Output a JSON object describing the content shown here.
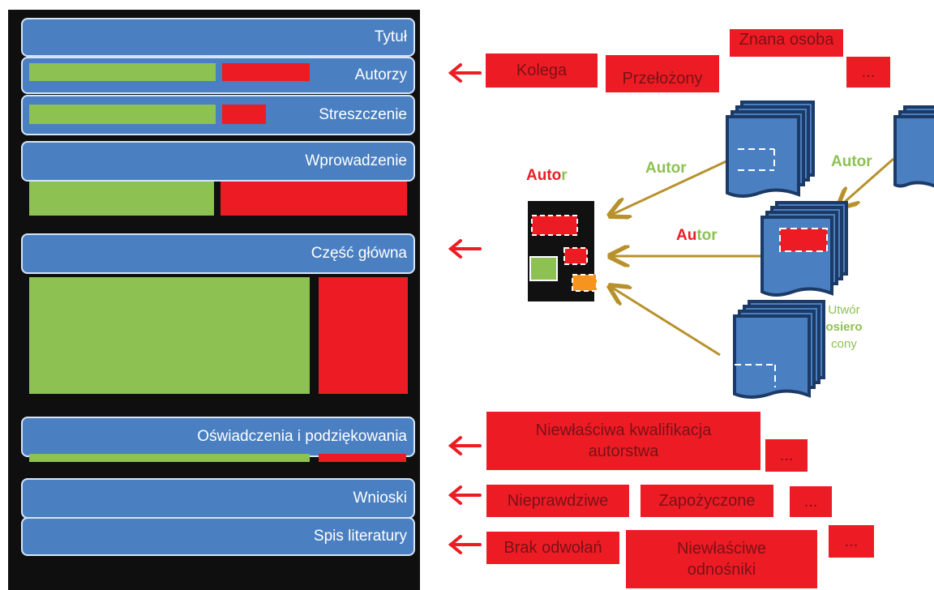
{
  "sections": {
    "title": "Tytuł",
    "authors": "Autorzy",
    "abstract": "Streszczenie",
    "introduction": "Wprowadzenie",
    "main_part": "Część główna",
    "acknowledgements": "Oświadczenia i podziękowania",
    "conclusions": "Wnioski",
    "references": "Spis literatury"
  },
  "author_tags": [
    "Kolega",
    "Przełożony",
    "Znana osoba",
    "..."
  ],
  "authorship_tags": {
    "misqualification": "Niewłaściwa kwalifikacja autorstwa",
    "more": "..."
  },
  "conclusion_tags": [
    "Nieprawdziwe",
    "Zapożyczone",
    "..."
  ],
  "reference_tags": [
    "Brak odwołań",
    "Niewłaściwe odnośniki",
    "..."
  ],
  "diagram": {
    "author_red": "Auto",
    "author_green": "r",
    "source_label_1": "Autor",
    "source_label_2": "Autor",
    "mixed_red": "Au",
    "mixed_green": "tor",
    "orphan_1": "Utwór",
    "orphan_2": "osiero",
    "orphan_3": "cony"
  },
  "colors": {
    "section_blue": "#4a7fc1",
    "green": "#8dc152",
    "red": "#ed1c24",
    "orange": "#f7941d",
    "gold": "#b8912c",
    "dark": "#0f0f0f"
  }
}
